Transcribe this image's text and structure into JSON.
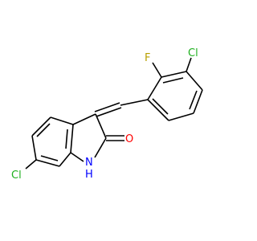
{
  "molecule": {
    "atoms": {
      "cl_top": {
        "text": "Cl",
        "color": "#1fb01f"
      },
      "f": {
        "text": "F",
        "color": "#b8a000"
      },
      "cl_left": {
        "text": "Cl",
        "color": "#1fb01f"
      },
      "nh_n": {
        "text": "N",
        "color": "#0000ff"
      },
      "nh_h": {
        "text": "H",
        "color": "#0000ff"
      },
      "o": {
        "text": "O",
        "color": "#ff0000"
      }
    },
    "bond_color": "#000000"
  }
}
